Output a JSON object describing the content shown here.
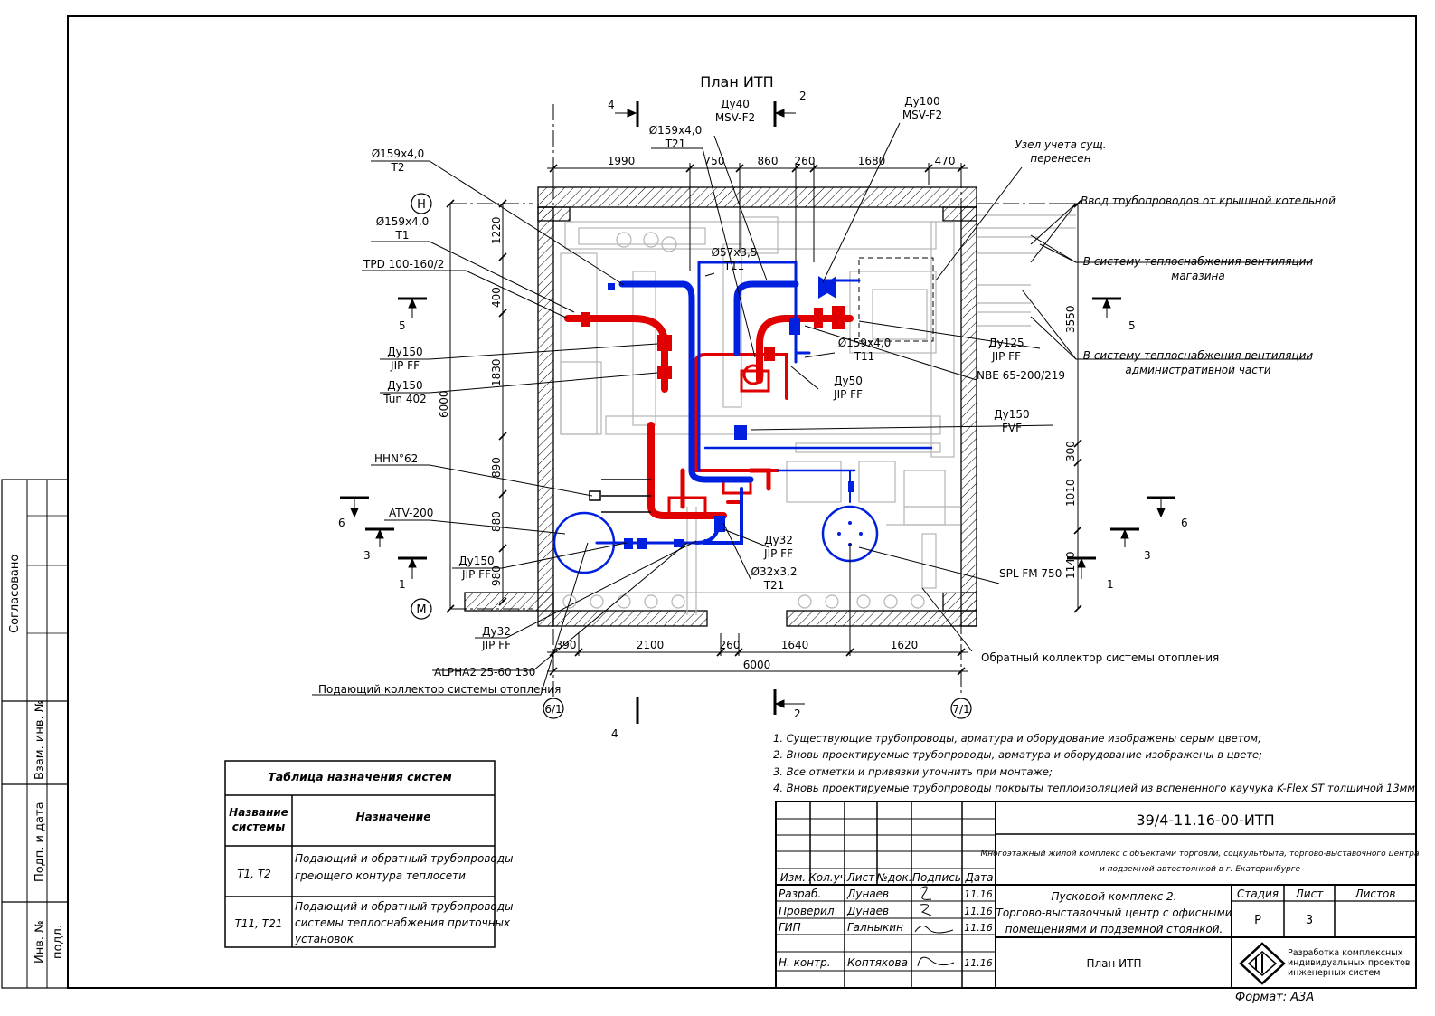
{
  "plan": {
    "title": "План ИТП",
    "axes": {
      "top": "Н",
      "bottom": "М",
      "left_bottom": "6/1",
      "right_bottom": "7/1"
    },
    "sections": {
      "s4_top": "4",
      "s2_top": "2",
      "s5_left": "5",
      "s5_right": "5",
      "s6_left": "6",
      "s6_right": "6",
      "s3_left": "3",
      "s3_right": "3",
      "s1_left": "1",
      "s1_right": "1",
      "s4_bottom": "4",
      "s2_bottom": "2"
    },
    "dims_top": [
      "1990",
      "750",
      "860",
      "260",
      "1680",
      "470"
    ],
    "dims_bottom": [
      "390",
      "2100",
      "260",
      "1640",
      "1620"
    ],
    "dim_bottom_total": "6000",
    "dims_left": [
      "1220",
      "400",
      "1830",
      "890",
      "880",
      "980"
    ],
    "dim_left_total": "6000",
    "dims_right": [
      "3550",
      "300",
      "1010",
      "1140"
    ],
    "labels": {
      "pipe_t2_a": "Ø159x4,0",
      "pipe_t2_b": "T2",
      "pipe_t1_a": "Ø159x4,0",
      "pipe_t1_b": "T1",
      "tpd": "TPD 100-160/2",
      "dn150_jip_a": "Ду150",
      "dn150_jip_b": "JIP FF",
      "dn150_tun_a": "Ду150",
      "dn150_tun_b": "Tun 402",
      "hhn": "HHN°62",
      "atv": "ATV-200",
      "dn150_jip2_a": "Ду150",
      "dn150_jip2_b": "JIP FF",
      "dn32_jip_a": "Ду32",
      "dn32_jip_b": "JIP FF",
      "alpha": "ALPHA2 25-60 130",
      "supply_collector": "Подающий коллектор системы отопления",
      "dn40_a": "Ду40",
      "dn40_b": "MSV-F2",
      "t21_a": "Ø159x4,0",
      "t21_b": "T21",
      "t11_a": "Ø57x3,5",
      "t11_b": "T11",
      "dn100_a": "Ду100",
      "dn100_b": "MSV-F2",
      "meter_a": "Узел учета сущ.",
      "meter_b": "перенесен",
      "t11b_a": "Ø159x4,0",
      "t11b_b": "T11",
      "dn50_a": "Ду50",
      "dn50_b": "JIP FF",
      "dn125_a": "Ду125",
      "dn125_b": "JIP FF",
      "nbe": "NBE 65-200/219",
      "dn150_fvf_a": "Ду150",
      "dn150_fvf_b": "FVF",
      "dn32b_a": "Ду32",
      "dn32b_b": "JIP FF",
      "t21b_a": "Ø32x3,2",
      "t21b_b": "T21",
      "spl": "SPL FM 750",
      "return_collector": "Обратный коллектор системы отопления",
      "inlet": "Ввод трубопроводов от крышной котельной",
      "vent_shop_a": "В систему теплоснабжения вентиляции",
      "vent_shop_b": "магазина",
      "vent_admin_a": "В систему теплоснабжения вентиляции",
      "vent_admin_b": "административной части"
    }
  },
  "notes": [
    "1. Существующие трубопроводы, арматура и оборудование изображены серым цветом;",
    "2. Вновь проектируемые трубопроводы, арматура и оборудование изображены в цвете;",
    "3. Все отметки и привязки уточнить при монтаже;",
    "4. Вновь проектируемые трубопроводы покрыты теплоизоляцией из вспененного каучука K-Flex ST толщиной 13мм."
  ],
  "systems_table": {
    "title": "Таблица назначения систем",
    "col1_a": "Название",
    "col1_b": "системы",
    "col2": "Назначение",
    "rows": [
      {
        "name": "T1, T2",
        "purpose": [
          "Подающий и обратный трубопроводы",
          "греющего контура теплосети"
        ]
      },
      {
        "name": "T11, T21",
        "purpose": [
          "Подающий и обратный трубопроводы",
          "системы теплоснабжения приточных",
          "установок"
        ]
      }
    ]
  },
  "title_block": {
    "code": "39/4-11.16-00-ИТП",
    "project_a": "Многоэтажный жилой комплекс с объектами торговли, соцкультбыта, торгово-выставочного центра",
    "project_b": "и подземной автостоянкой в г. Екатеринбурге",
    "headers": [
      "Изм.",
      "Кол.уч",
      "Лист",
      "№док.",
      "Подпись",
      "Дата"
    ],
    "people": [
      {
        "role": "Разраб.",
        "name": "Дунаев",
        "date": "11.16"
      },
      {
        "role": "Проверил",
        "name": "Дунаев",
        "date": "11.16"
      },
      {
        "role": "ГИП",
        "name": "Галныкин",
        "date": "11.16"
      },
      {
        "role": "Н. контр.",
        "name": "Коптякова",
        "date": "11.16"
      }
    ],
    "object_a": "Пусковой комплекс 2.",
    "object_b": "Торгово-выставочный центр с офисными",
    "object_c": "помещениями и подземной стоянкой.",
    "stage_label": "Стадия",
    "sheet_label": "Лист",
    "sheets_label": "Листов",
    "stage": "Р",
    "sheet": "3",
    "sheets": "",
    "sheet_title": "План ИТП",
    "company_a": "Разработка комплексных",
    "company_b": "индивидуальных проектов",
    "company_c": "инженерных систем",
    "format": "Формат: А3А"
  },
  "side_stamp": {
    "agreed": "Согласовано",
    "inv_vzam": "Взам. инв. №",
    "sign_date": "Подп. и дата",
    "inv_podl_a": "Инв. №",
    "inv_podl_b": "подл."
  },
  "colors": {
    "supply": "#e00000",
    "return": "#0020e0",
    "existing": "#b4b4b4",
    "lines": "#000000"
  }
}
